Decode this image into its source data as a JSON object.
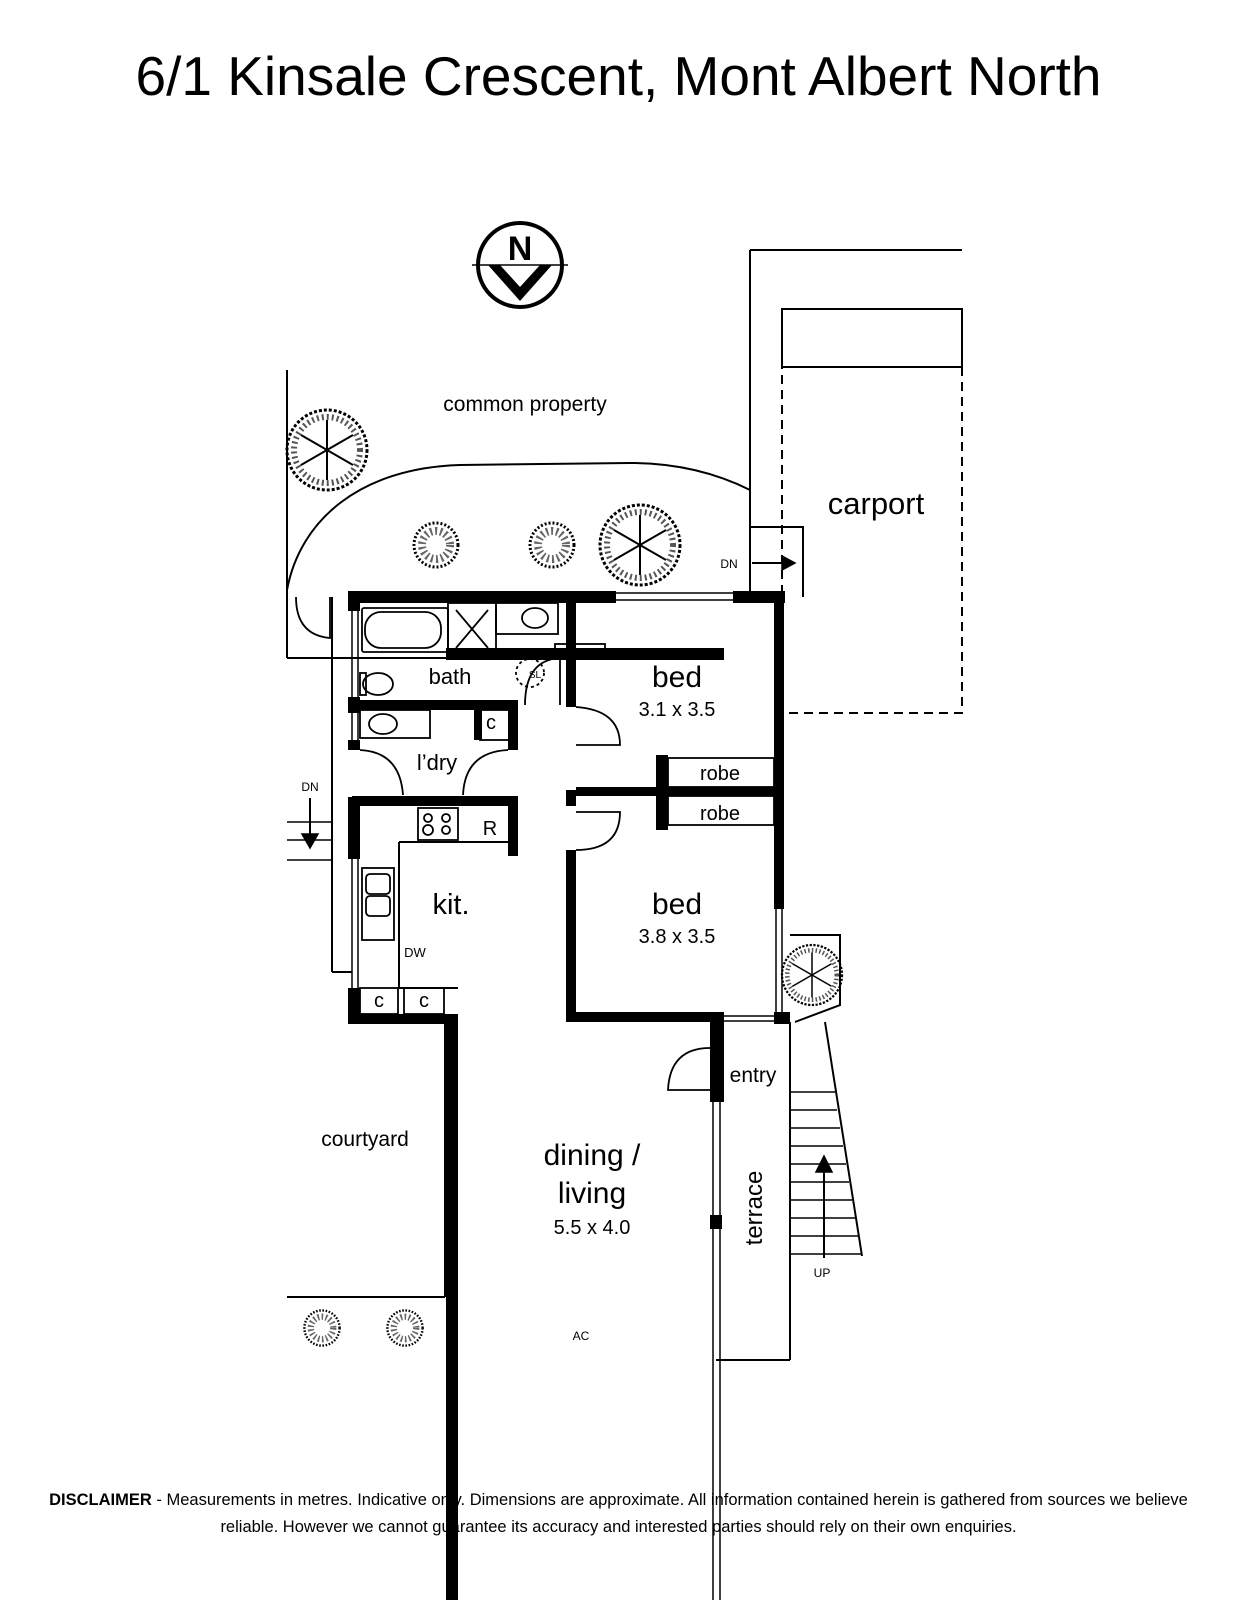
{
  "title": "6/1 Kinsale Crescent, Mont Albert North",
  "compass": {
    "label": "N"
  },
  "areas": {
    "common_property": "common property",
    "carport": "carport",
    "courtyard": "courtyard",
    "terrace": "terrace",
    "entry": "entry"
  },
  "rooms": {
    "bath": "bath",
    "laundry": "l’dry",
    "kitchen": "kit.",
    "bed1": {
      "name": "bed",
      "size": "3.1 x 3.5"
    },
    "bed2": {
      "name": "bed",
      "size": "3.8 x 3.5"
    },
    "robe1": "robe",
    "robe2": "robe",
    "living": {
      "line1": "dining /",
      "line2": "living",
      "size": "5.5 x 4.0"
    }
  },
  "fixtures": {
    "sl": "SL",
    "cupboard1": "c",
    "cupboard2": "c",
    "cupboard3": "c",
    "fridge": "R",
    "dishwasher": "DW",
    "aircon": "AC"
  },
  "stairs": {
    "dn_top": "DN",
    "dn_left": "DN",
    "up": "UP"
  },
  "disclaimer": {
    "heading": "DISCLAIMER",
    "text": " - Measurements in metres. Indicative only. Dimensions are approximate. All information contained herein is gathered from sources we believe reliable. However we cannot guarantee its accuracy and interested parties should rely on their own enquiries."
  }
}
